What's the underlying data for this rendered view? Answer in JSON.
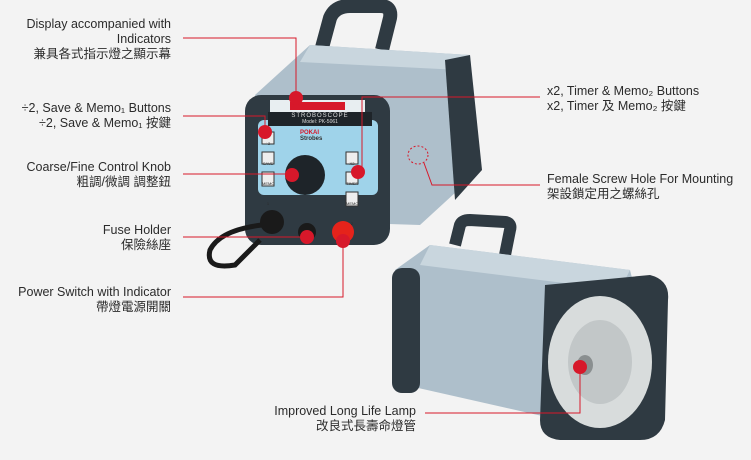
{
  "device": {
    "panel_title": "STROBOSCOPE",
    "model": "Model: PK-5061",
    "brand": "POKAI",
    "brand_sub": "Strobes",
    "buttons_left": [
      "÷2",
      "SAVE",
      "MEMO 1"
    ],
    "buttons_right": [
      "X2",
      "TIMER",
      "MEMO 2"
    ]
  },
  "callouts": [
    {
      "en": "Display accompanied with",
      "en2": "Indicators",
      "zh": "兼具各式指示燈之顯示幕"
    },
    {
      "en": "÷2, Save & Memo₁ Buttons",
      "zh": "÷2, Save & Memo₁ 按鍵"
    },
    {
      "en": "Coarse/Fine Control Knob",
      "zh": "粗調/微調 調整鈕"
    },
    {
      "en": "Fuse Holder",
      "zh": "保險絲座"
    },
    {
      "en": "Power Switch with Indicator",
      "zh": "帶燈電源開關"
    },
    {
      "en": "x2, Timer & Memo₂ Buttons",
      "zh": "x2, Timer 及 Memo₂ 按鍵"
    },
    {
      "en": "Female Screw Hole For Mounting",
      "zh": "架設鎖定用之螺絲孔"
    },
    {
      "en": "Improved Long Life Lamp",
      "zh": "改良式長壽命燈管"
    }
  ],
  "colors": {
    "accent": "#d7182a",
    "body": "#a9bcc9",
    "frame": "#2f3a42",
    "panel": "#9fd3ea"
  }
}
